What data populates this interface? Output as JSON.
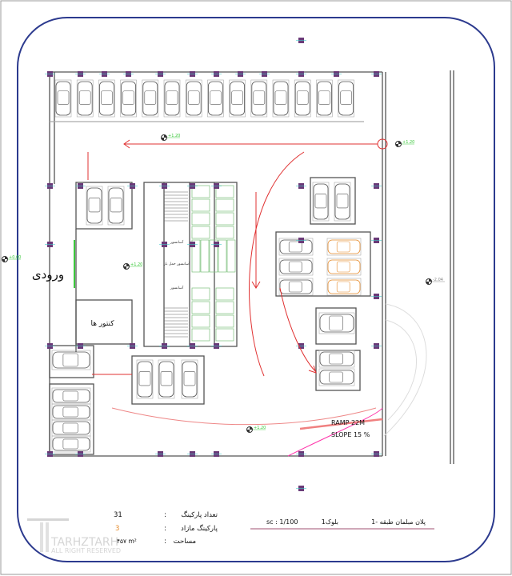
{
  "plan": {
    "entrance_label": "ورودی",
    "meters_label": "کنتور ها",
    "elevator_1": "آسانسور",
    "elevator_freight": "آسانسور حمل بار",
    "elevator_2": "آسانسور",
    "ramp_label": "RAMP 22M",
    "slope_label": "SLOPE 15 %",
    "levels": {
      "top_center": "+1.20",
      "top_right": "+1.20",
      "left_outside": "+0.60",
      "lobby": "+1.20",
      "right_outside": "-2.04",
      "bottom_center": "+1.20"
    }
  },
  "legend": {
    "parking_count_label": "تعداد پارکینگ",
    "parking_count_value": "31",
    "extra_parking_label": "پارکینگ مازاد",
    "extra_parking_value": "3",
    "area_label": "مساحت",
    "area_value": "۴۵۷ m²",
    "sep": ":"
  },
  "title_block": {
    "scale": "sc : 1/100",
    "block": "بلوک1",
    "title": "پلان مبلمان طبقه -1"
  },
  "watermark": {
    "brand": "TARHZTARH",
    "rights": "ALL RIGHT RESERVED"
  },
  "colors": {
    "frame": "#2c3a8e",
    "wall": "#555555",
    "red": "#e03030",
    "green": "#3ac83a",
    "orange": "#e58a2a"
  }
}
